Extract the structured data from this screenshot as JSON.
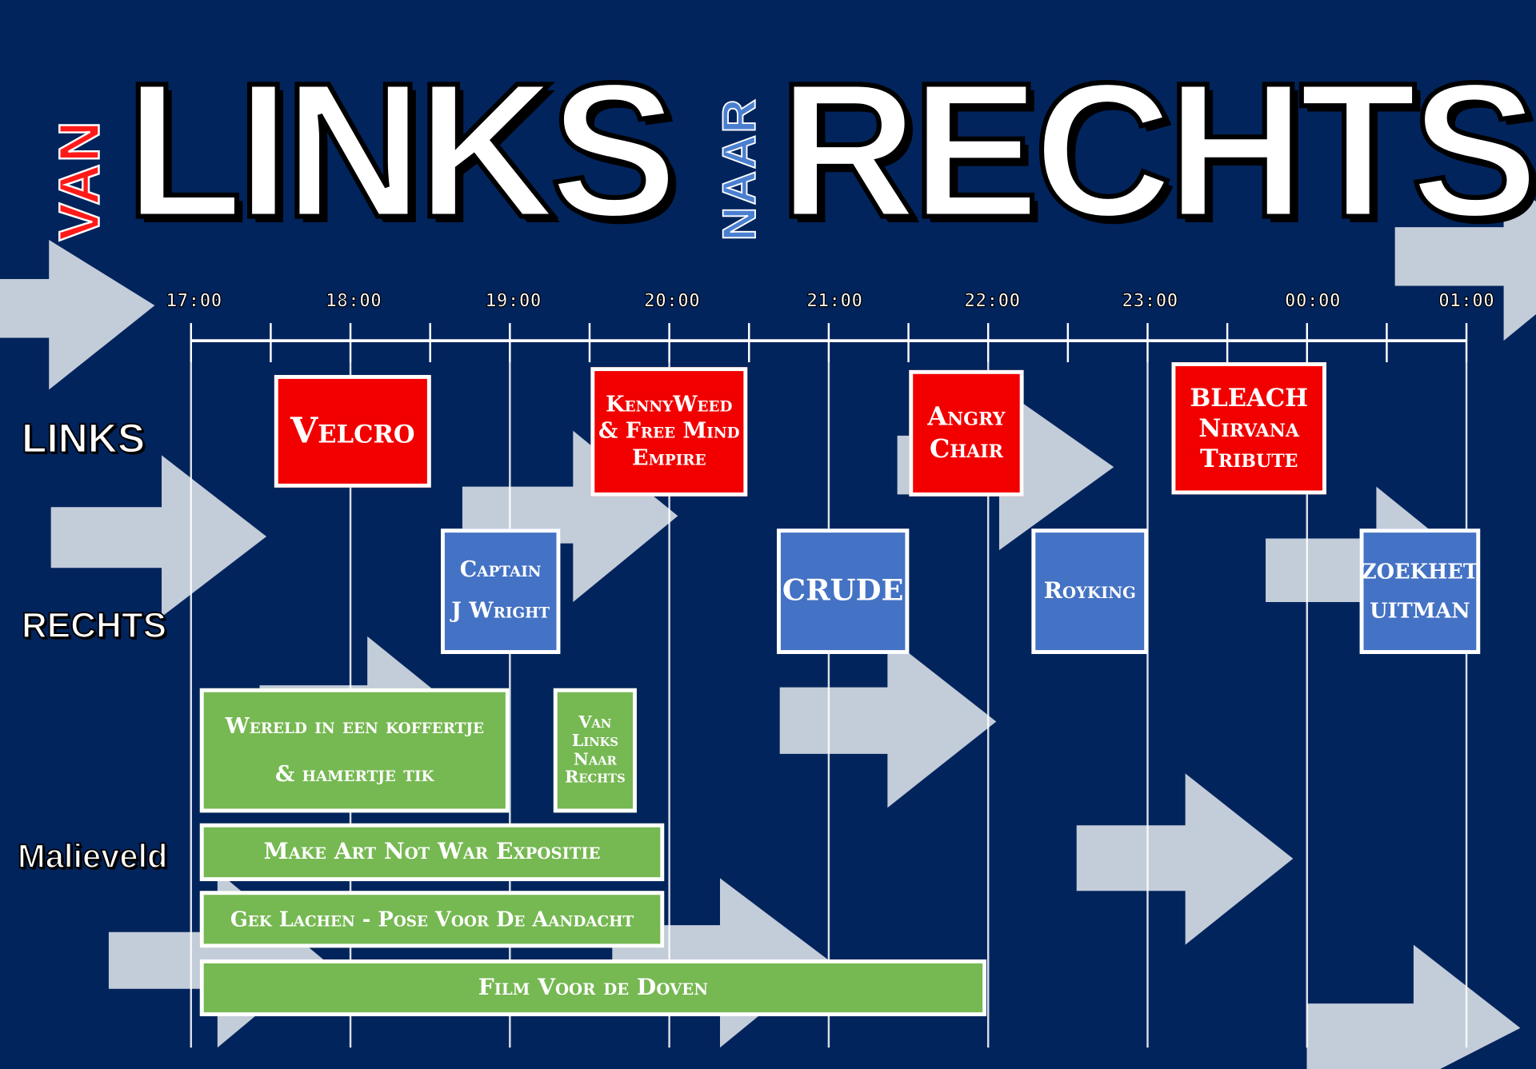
{
  "title": {
    "van": "VAN",
    "links": "LINKS",
    "naar": "NAAR",
    "rechts": "RECHTS"
  },
  "timeline": {
    "hours": [
      "17:00",
      "18:00",
      "19:00",
      "20:00",
      "21:00",
      "22:00",
      "23:00",
      "00:00",
      "01:00"
    ]
  },
  "stages": {
    "links": "LINKS",
    "rechts": "RECHTS",
    "malieveld": "Malieveld"
  },
  "events": {
    "velcro": {
      "lines": [
        "Velcro"
      ]
    },
    "kennyweed": {
      "lines": [
        "KennyWeed",
        "& Free Mind",
        "Empire"
      ]
    },
    "angry_chair": {
      "lines": [
        "Angry",
        "Chair"
      ]
    },
    "bleach": {
      "lines": [
        "BLEACH",
        "Nirvana",
        "Tribute"
      ]
    },
    "captain": {
      "lines": [
        "Captain",
        "J Wright"
      ]
    },
    "crude": {
      "lines": [
        "CRUDE"
      ]
    },
    "royking": {
      "lines": [
        "Royking"
      ]
    },
    "zoekhet": {
      "lines": [
        "ZOEKHET",
        "UITMAN"
      ]
    },
    "wereld": {
      "lines": [
        "Wereld in een koffertje",
        "& hamertje tik"
      ]
    },
    "vlnr": {
      "lines": [
        "Van",
        "Links",
        "Naar",
        "Rechts"
      ]
    },
    "make_art": {
      "lines": [
        "Make Art Not War Expositie"
      ]
    },
    "gek_lachen": {
      "lines": [
        "Gek Lachen - Pose Voor De Aandacht"
      ]
    },
    "film": {
      "lines": [
        "Film Voor de Doven"
      ]
    }
  },
  "colors": {
    "background": "#02245c",
    "links": "#f20000",
    "rechts": "#4472c4",
    "malieveld": "#76b852",
    "arrows": "#c3ccd9"
  }
}
